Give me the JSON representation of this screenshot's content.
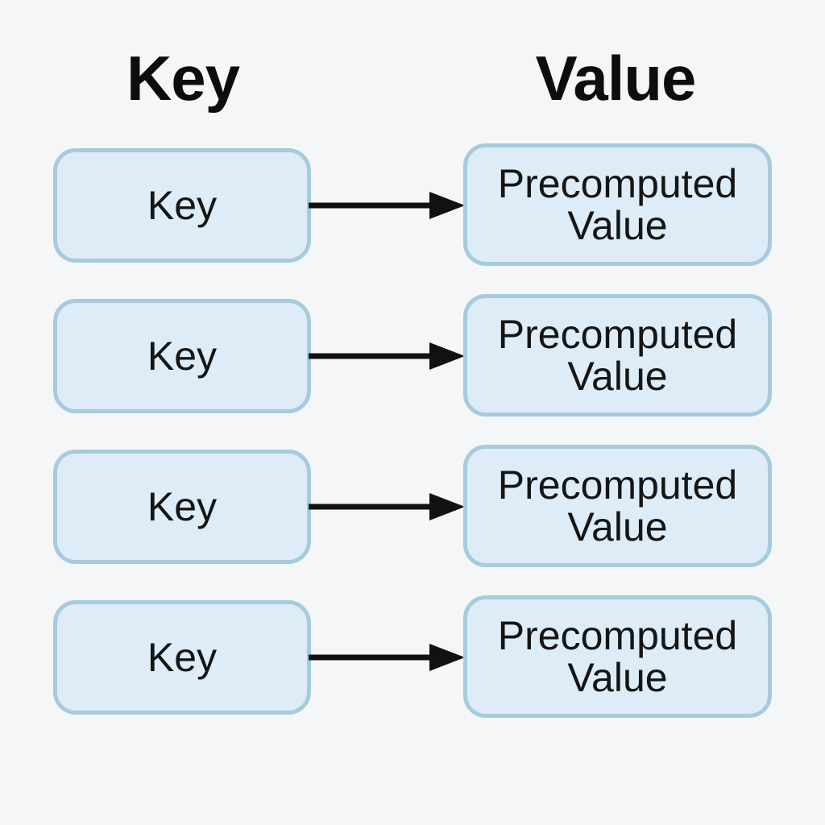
{
  "diagram": {
    "title_columns": {
      "key_header": "Key",
      "value_header": "Value"
    },
    "rows": [
      {
        "key": "Key",
        "value": "Precomputed Value"
      },
      {
        "key": "Key",
        "value": "Precomputed Value"
      },
      {
        "key": "Key",
        "value": "Precomputed Value"
      },
      {
        "key": "Key",
        "value": "Precomputed Value"
      }
    ],
    "icons": {
      "arrow": "right-arrow-icon"
    },
    "colors": {
      "background": "#f5f6f7",
      "box_fill": "#ddecf6",
      "box_border": "#a6cbdd",
      "text": "#131313",
      "arrow": "#111111"
    }
  }
}
